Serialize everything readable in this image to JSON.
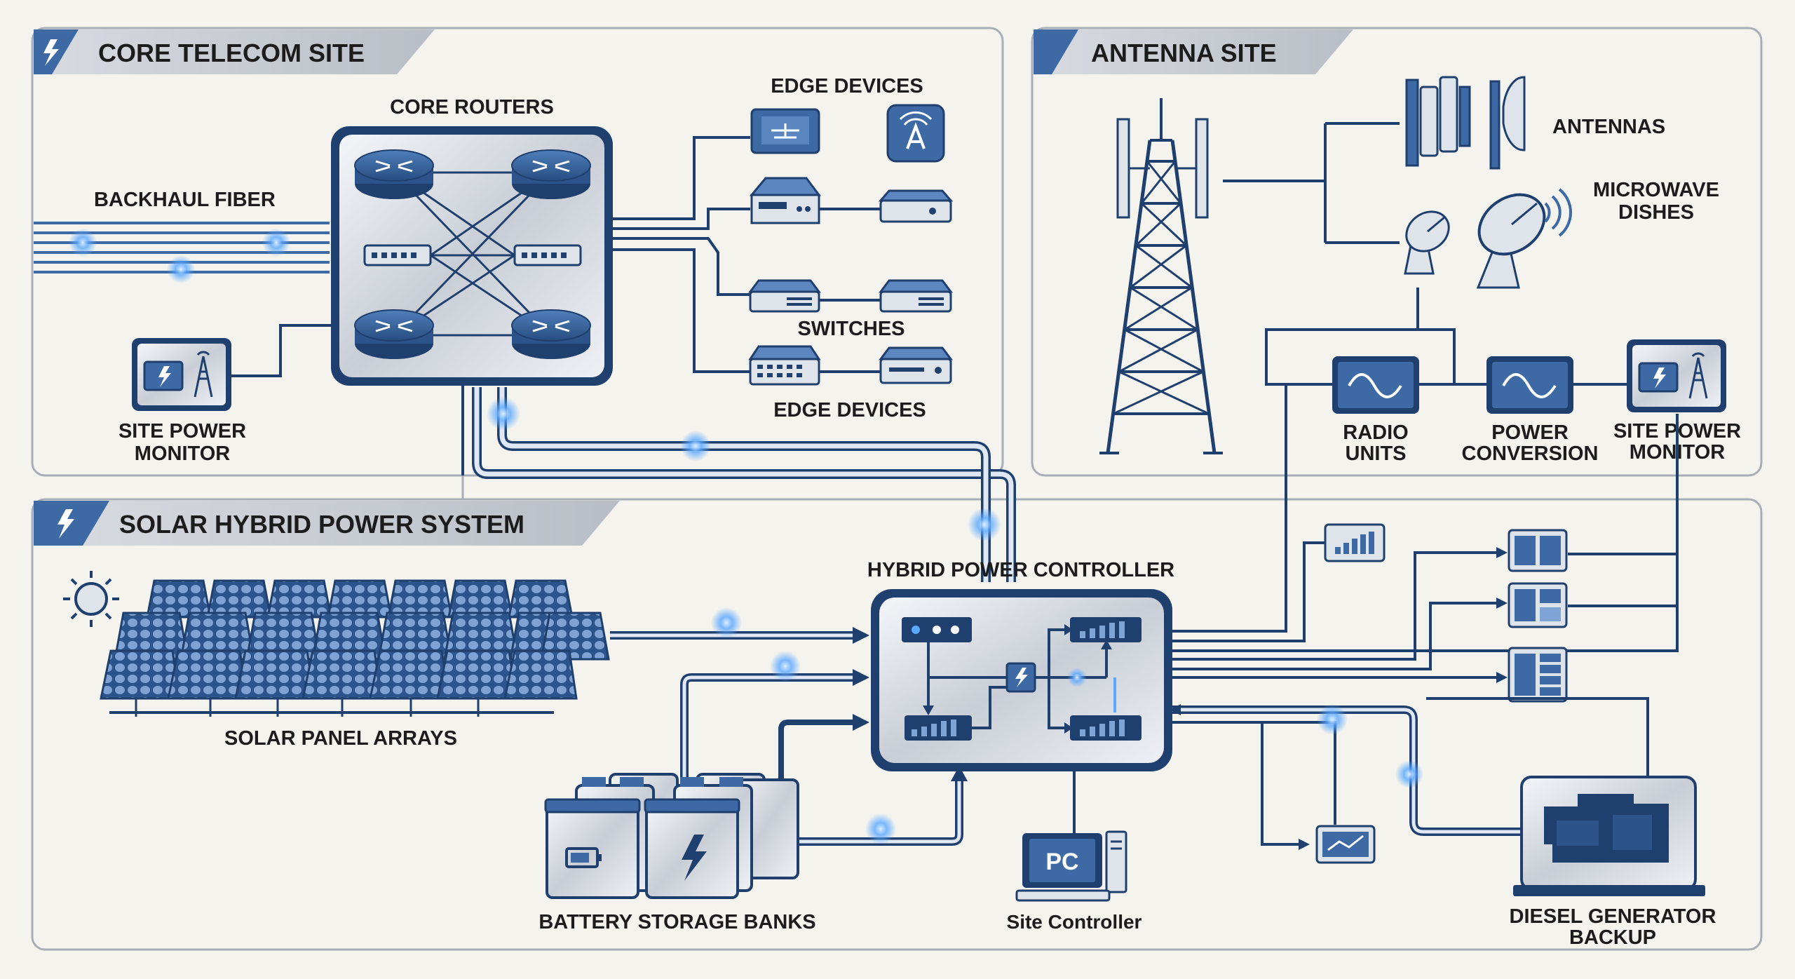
{
  "sections": {
    "core_title": "CORE TELECOM SITE",
    "antenna_title": "ANTENNA SITE",
    "solar_title": "SOLAR HYBRID POWER SYSTEM"
  },
  "core": {
    "core_routers": "CORE ROUTERS",
    "backhaul_fiber": "BACKHAUL FIBER",
    "edge_devices_top": "EDGE DEVICES",
    "switches": "SWITCHES",
    "edge_devices_bottom": "EDGE DEVICES",
    "site_power_monitor_1": "SITE POWER",
    "site_power_monitor_2": "MONITOR"
  },
  "antenna": {
    "antennas": "ANTENNAS",
    "microwave_1": "MICROWAVE",
    "microwave_2": "DISHES",
    "radio_units_1": "RADIO",
    "radio_units_2": "UNITS",
    "power_conversion_1": "POWER",
    "power_conversion_2": "CONVERSION",
    "site_power_monitor_1": "SITE POWER",
    "site_power_monitor_2": "MONITOR"
  },
  "solar": {
    "hybrid_controller": "HYBRID POWER CONTROLLER",
    "solar_arrays": "SOLAR PANEL ARRAYS",
    "battery_banks": "BATTERY STORAGE BANKS",
    "site_controller": "Site Controller",
    "pc_label": "PC",
    "diesel_1": "DIESEL GENERATOR",
    "diesel_2": "BACKUP"
  },
  "colors": {
    "navy": "#1f3f6e",
    "blue": "#3d6aa5",
    "glow": "#5aa8ff",
    "panel_border": "#a9aeb6"
  }
}
